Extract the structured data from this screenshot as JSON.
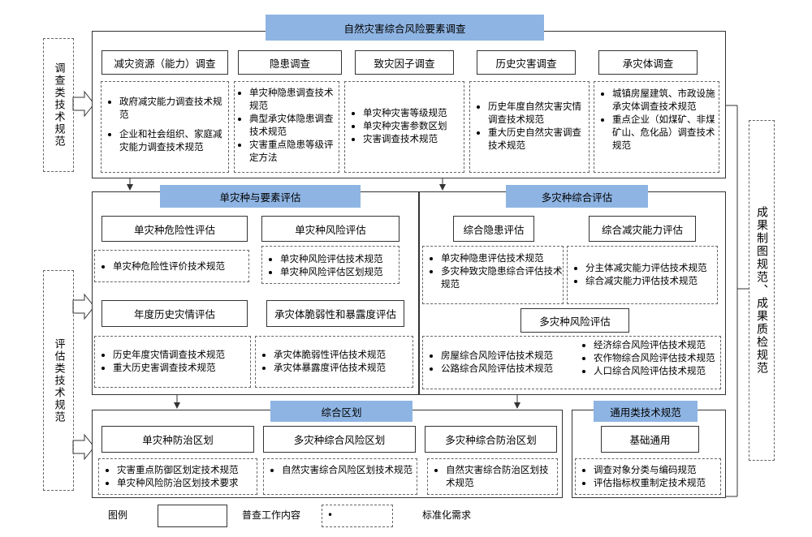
{
  "survey": {
    "title": "自然灾害综合风险要素调查",
    "items": [
      {
        "label": "减灾资源（能力）调查",
        "specs": [
          "政府减灾能力调查技术规范",
          "企业和社会组织、家庭减灾能力调查技术规范"
        ]
      },
      {
        "label": "隐患调查",
        "specs": [
          "单灾种隐患调查技术规范",
          "典型承灾体隐患调查技术规范",
          "灾害重点隐患等级评定方法"
        ]
      },
      {
        "label": "致灾因子调查",
        "specs": [
          "单灾种灾害等级规范",
          "单灾种灾害参数区划",
          "灾害调查技术规范"
        ]
      },
      {
        "label": "历史灾害调查",
        "specs": [
          "历史年度自然灾害灾情调查技术规范",
          "重大历史自然灾害调查技术规范"
        ]
      },
      {
        "label": "承灾体调查",
        "specs": [
          "城镇房屋建筑、市政设施承灾体调查技术规范",
          "重点企业（如煤矿、非煤矿山、危化品）调查技术规范"
        ]
      }
    ]
  },
  "single": {
    "title": "单灾种与要素评估",
    "items": [
      {
        "label": "单灾种危险性评估",
        "specs": [
          "单灾种危险性评价技术规范"
        ]
      },
      {
        "label": "单灾种风险评估",
        "specs": [
          "单灾种风险评估技术规范",
          "单灾种风险评估区划规范"
        ]
      },
      {
        "label": "年度历史灾情评估",
        "specs": [
          "历史年度灾情调查技术规范",
          "重大历史害调查技术规范"
        ]
      },
      {
        "label": "承灾体脆弱性和暴露度评估",
        "specs": [
          "承灾体脆弱性评估技术规范",
          "承灾体暴露度评估技术规范"
        ]
      }
    ]
  },
  "multi": {
    "title": "多灾种综合评估",
    "items": [
      {
        "label": "综合隐患评估",
        "specs": [
          "单灾种隐患评估技术规范",
          "多灾种致灾隐患综合评估技术规范"
        ]
      },
      {
        "label": "综合减灾能力评估",
        "specs": [
          "分主体减灾能力评估技术规范",
          "综合减灾能力评估技术规范"
        ]
      },
      {
        "label": "多灾种风险评估",
        "specs_left": [
          "房屋综合风险评估技术规范",
          "公路综合风险评估技术规范"
        ],
        "specs_right": [
          "经济综合风险评估技术规范",
          "农作物综合风险评估技术规范",
          "人口综合风险评估技术规范"
        ]
      }
    ]
  },
  "zoning": {
    "title": "综合区划",
    "items": [
      {
        "label": "单灾种防治区划",
        "specs": [
          "灾害重点防御区划定技术规范",
          "单灾种风险防治区划技术要求"
        ]
      },
      {
        "label": "多灾种综合风险区划",
        "specs": [
          "自然灾害综合风险区划技术规范"
        ]
      },
      {
        "label": "多灾种综合防治区划",
        "specs": [
          "自然灾害综合防治区划技术规范"
        ]
      }
    ]
  },
  "general": {
    "title": "通用类技术规范",
    "items": [
      {
        "label": "基础通用",
        "specs": [
          "调查对象分类与编码规范",
          "评估指标权重制定技术规范"
        ]
      }
    ]
  },
  "side_labels": {
    "survey": "调查类技术规范",
    "evaluation": "评估类技术规范",
    "output": "成果制图规范、成果质检规范"
  },
  "legend": {
    "title": "图例",
    "solid_label": "普查工作内容",
    "dashed_label": "标准化需求"
  }
}
